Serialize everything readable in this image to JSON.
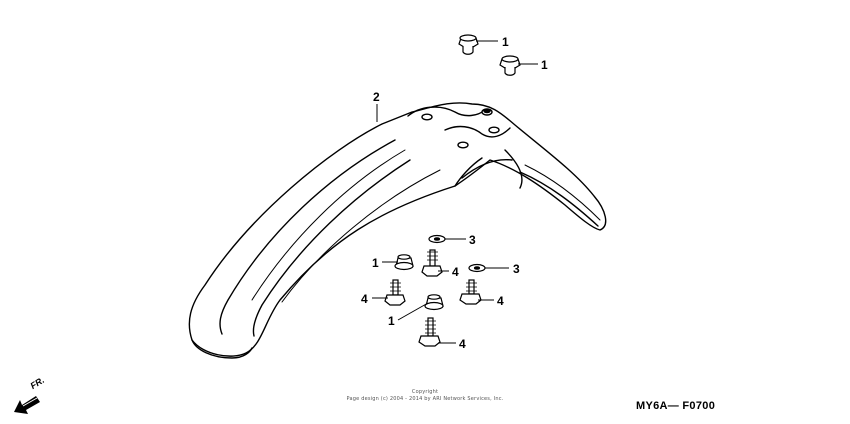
{
  "callouts": {
    "c1a": "1",
    "c1b": "1",
    "c1c": "1",
    "c1d": "1",
    "c2": "2",
    "c3a": "3",
    "c3b": "3",
    "c4a": "4",
    "c4b": "4",
    "c4c": "4",
    "c4d": "4"
  },
  "direction_label": "FR.",
  "copyright_line1": "Copyright",
  "copyright_line2": "Page design (c) 2004 - 2014 by ARI Network Services, Inc.",
  "diagram_code": "MY6A— F0700",
  "colors": {
    "line": "#000000",
    "background": "#ffffff"
  },
  "icons": {
    "direction": "front-direction-arrow-icon"
  }
}
